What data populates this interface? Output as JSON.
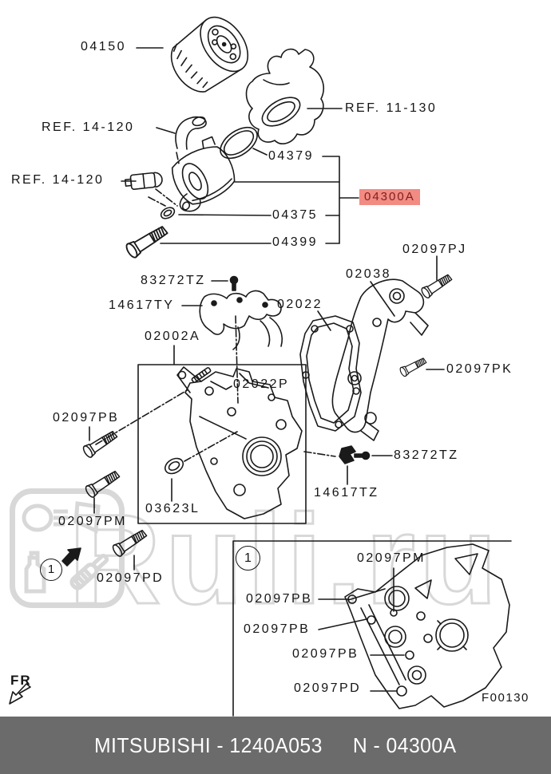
{
  "watermark": {
    "text": "Ruli.ru"
  },
  "labels": {
    "l04150": "04150",
    "ref11130": "REF. 11-130",
    "ref14120": "REF. 14-120",
    "l04379": "04379",
    "l04300a": "04300A",
    "l04375": "04375",
    "l04399": "04399",
    "l02097pj": "02097PJ",
    "l02038": "02038",
    "l83272tz": "83272TZ",
    "l14617ty": "14617TY",
    "l02022": "02022",
    "l02002a": "02002A",
    "l02022p": "02022P",
    "l02097pk": "02097PK",
    "l02097pb": "02097PB",
    "l14617tz": "14617TZ",
    "l03623l": "03623L",
    "l02097pm": "02097PM",
    "l02097pd": "02097PD",
    "fr": "FR",
    "figure_code": "F00130",
    "inset_marker": "1"
  },
  "footer": {
    "left": "MITSUBISHI - 1240A053",
    "right": "N - 04300A"
  },
  "colors": {
    "highlight_bg": "#f28b82",
    "highlight_text": "#7f1f1f",
    "footer_bg": "#6b6b6b",
    "watermark_color": "#d8d8d8",
    "line_color": "#1a1a1a"
  }
}
